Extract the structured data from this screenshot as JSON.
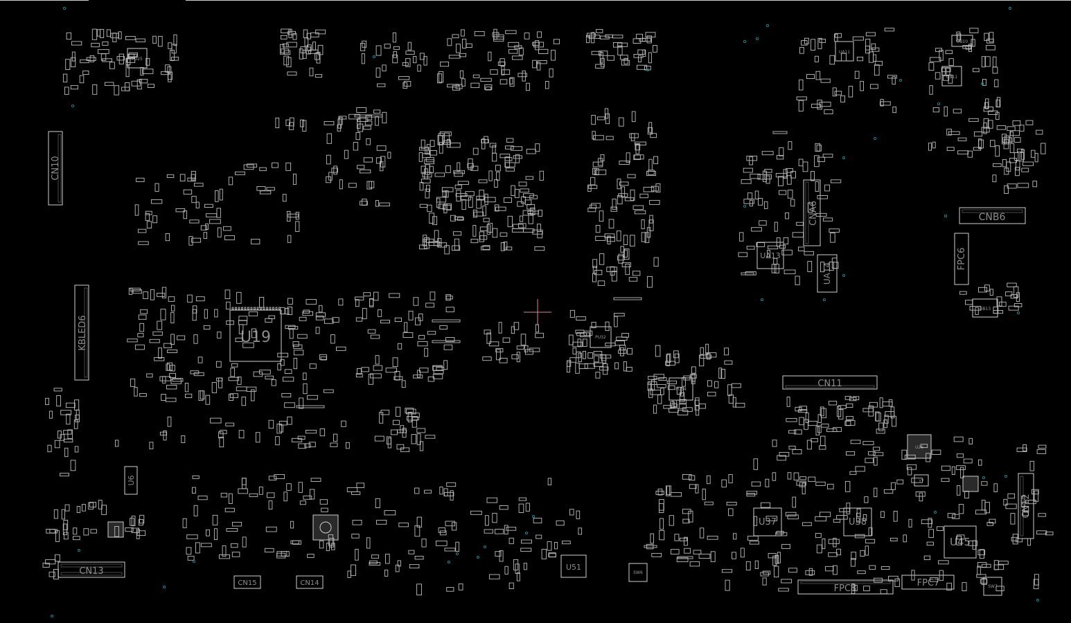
{
  "viewer": {
    "background": "#000000",
    "outline_color": "#cfcfcf",
    "label_color": "#8c8c8c",
    "via_color": "#1e8a9a",
    "cursor_color": "#d48aa0"
  },
  "components": {
    "major": [
      "U19",
      "CN10",
      "KBLED6",
      "CN11",
      "CNA6",
      "CNB6",
      "FPC6",
      "FPC7",
      "FPC8",
      "UA13",
      "UA14",
      "U37",
      "U38",
      "U45",
      "U51",
      "U6",
      "CN13",
      "CN14",
      "CN15",
      "CN12"
    ],
    "minor": [
      "UA11",
      "UB10",
      "UB11",
      "UB13",
      "PU25",
      "PU34",
      "PU32",
      "U26",
      "Y7",
      "SW6",
      "SW7"
    ]
  }
}
